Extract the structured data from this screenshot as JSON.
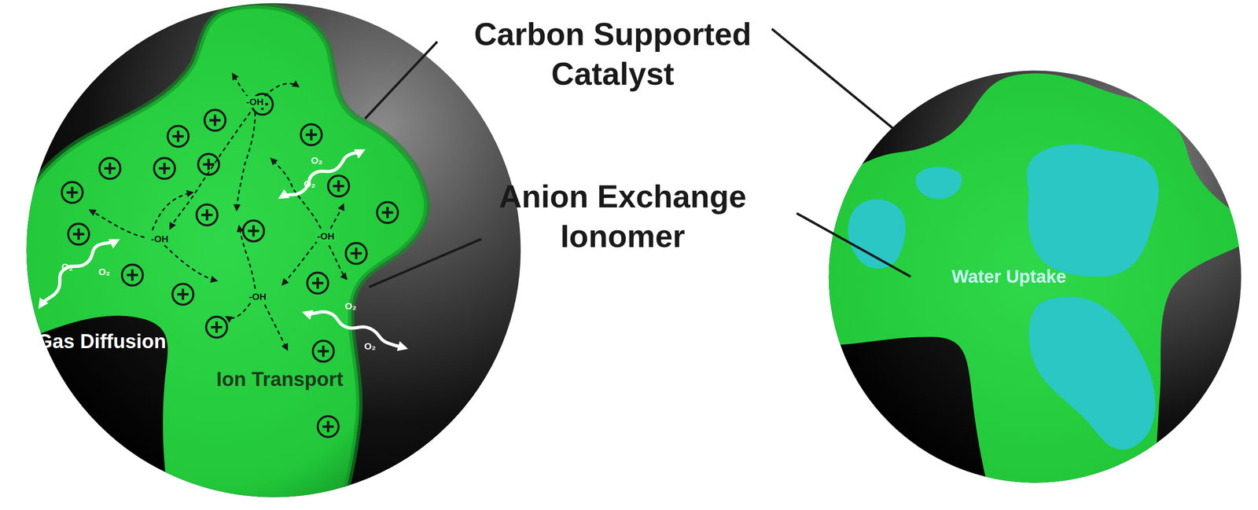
{
  "diagram": {
    "labels": [
      "Carbon Supported Catalyst",
      "Anion Exchange Ionomer",
      "Gas Diffusion",
      "Ion Transport",
      "Water Uptake",
      "O₂",
      "O₂",
      "O₂",
      "O₂",
      "O₂",
      "O₂",
      "-OH",
      "-OH",
      "-OH",
      "-OH"
    ]
  }
}
